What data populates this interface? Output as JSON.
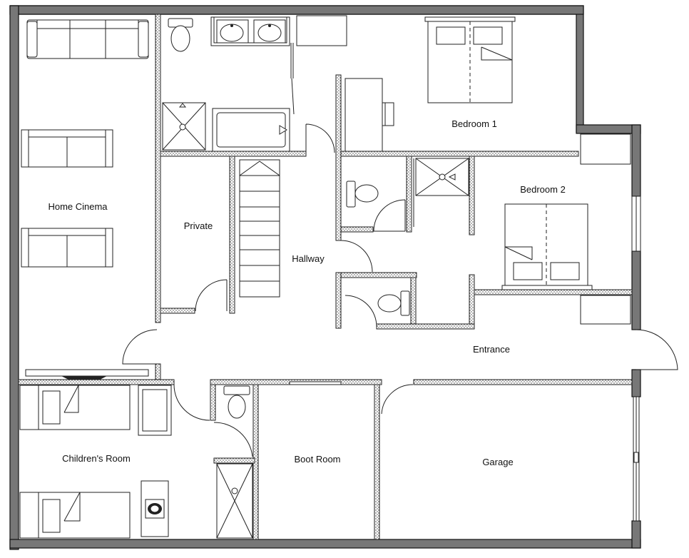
{
  "floor_plan": {
    "rooms": [
      {
        "id": "home-cinema",
        "label": "Home Cinema"
      },
      {
        "id": "private",
        "label": "Private"
      },
      {
        "id": "hallway",
        "label": "Hallway"
      },
      {
        "id": "bedroom-1",
        "label": "Bedroom 1"
      },
      {
        "id": "bedroom-2",
        "label": "Bedroom 2"
      },
      {
        "id": "entrance",
        "label": "Entrance"
      },
      {
        "id": "childrens-room",
        "label": "Children's Room"
      },
      {
        "id": "boot-room",
        "label": "Boot Room"
      },
      {
        "id": "garage",
        "label": "Garage"
      }
    ],
    "colors": {
      "exterior_wall": "#777777",
      "wall_outline": "#111111",
      "fixture_fill": "#ffffff",
      "background": "#ffffff"
    }
  }
}
